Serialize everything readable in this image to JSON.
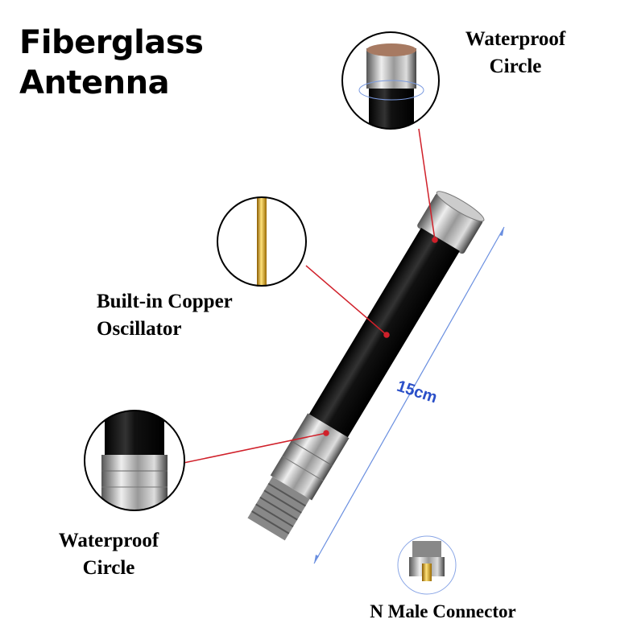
{
  "title": {
    "line1": "Fiberglass",
    "line2": "Antenna"
  },
  "callouts": {
    "top": {
      "line1": "Waterproof",
      "line2": "Circle"
    },
    "middle": {
      "line1": "Built-in Copper",
      "line2": "Oscillator"
    },
    "bottom": {
      "line1": "Waterproof",
      "line2": "Circle"
    }
  },
  "dimension": "15cm",
  "connector_label": "N Male Connector",
  "colors": {
    "leader": "#d0202a",
    "dimension": "#2a4fc8"
  }
}
